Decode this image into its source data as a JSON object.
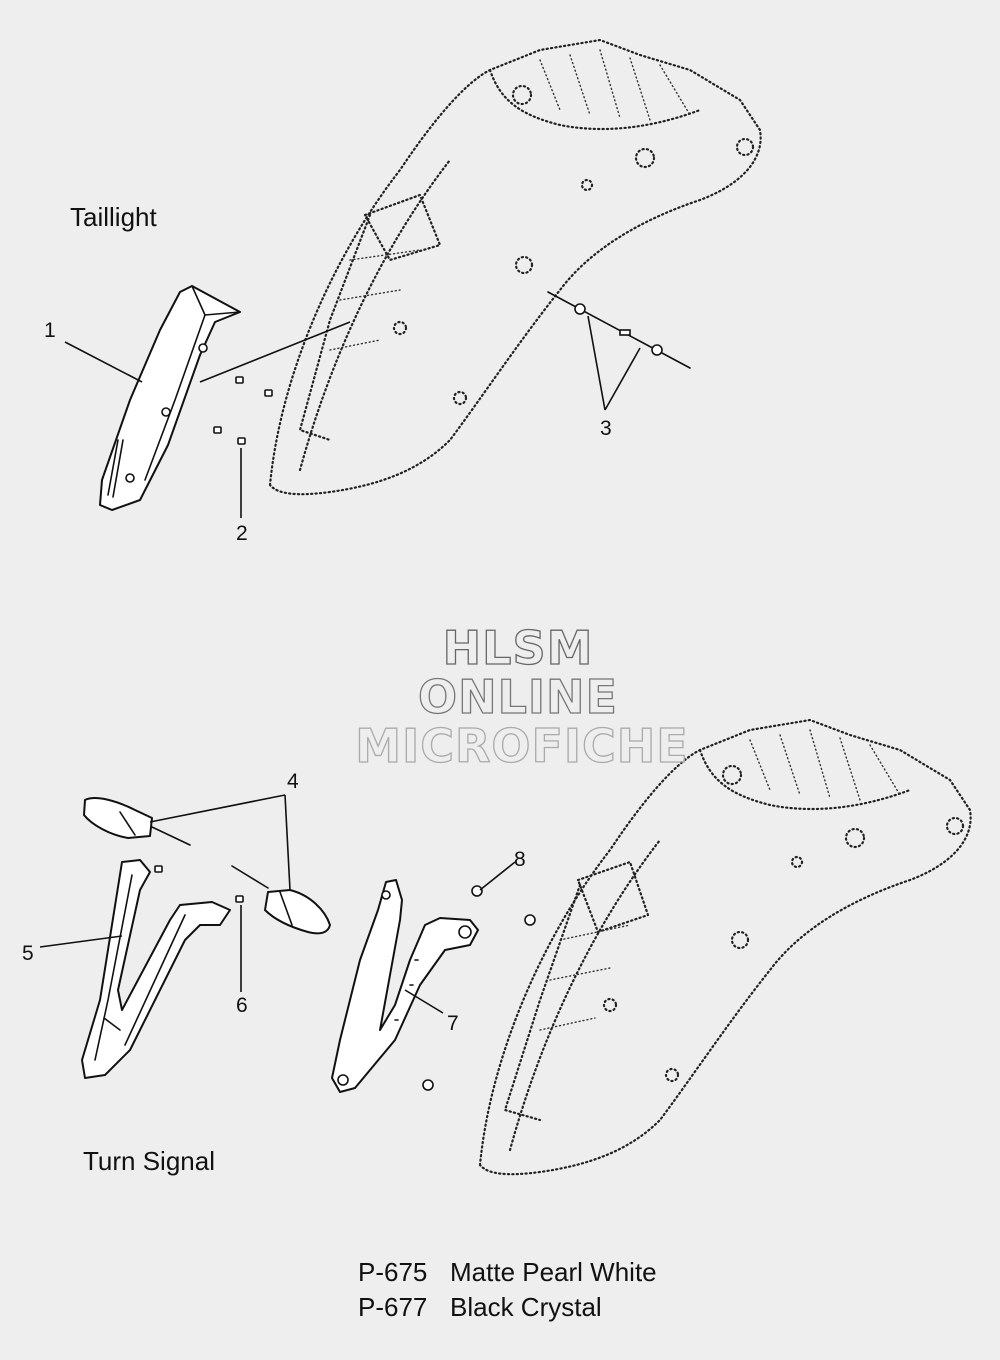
{
  "sections": {
    "taillight": "Taillight",
    "turn_signal": "Turn Signal"
  },
  "callouts": [
    "1",
    "2",
    "3",
    "4",
    "5",
    "6",
    "7",
    "8"
  ],
  "watermark": {
    "line1": "HLSM",
    "line2": "ONLINE",
    "line3": "MICROFICHE"
  },
  "legend": [
    {
      "code": "P-675",
      "color": "Matte Pearl White"
    },
    {
      "code": "P-677",
      "color": "Black Crystal"
    }
  ],
  "colors": {
    "background": "#eeeeee",
    "linework": "#111111",
    "watermark": "#9a9a9a"
  }
}
